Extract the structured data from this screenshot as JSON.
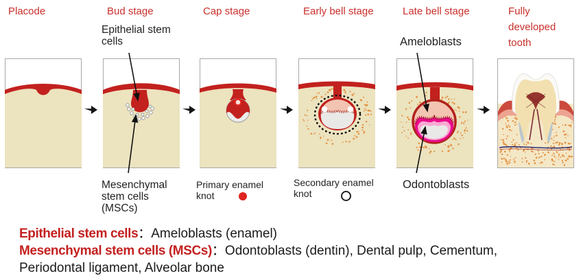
{
  "stages": [
    {
      "label": "Placode"
    },
    {
      "label": "Bud stage"
    },
    {
      "label": "Cap stage"
    },
    {
      "label": "Early bell stage"
    },
    {
      "label": "Late bell stage"
    },
    {
      "label": "Fully developed tooth",
      "line1": "Fully",
      "line2": "developed",
      "line3": "tooth"
    }
  ],
  "annotations": {
    "epithelial": {
      "line1": "Epithelial stem",
      "line2": "cells"
    },
    "mesenchymal": {
      "line1": "Mesenchymal",
      "line2": "stem cells",
      "line3": "(MSCs)"
    },
    "ameloblasts": "Ameloblasts",
    "odontoblasts": "Odontoblasts"
  },
  "legend": {
    "primary": {
      "line1": "Primary enamel",
      "line2": "knot",
      "marker": "filled-red-circle"
    },
    "secondary": {
      "line1": "Secondary enamel",
      "line2": "knot",
      "marker": "open-circle"
    }
  },
  "summary": {
    "colon": "：",
    "lines": [
      {
        "term": "Epithelial stem cells",
        "desc": "Ameloblasts (enamel)"
      },
      {
        "term": "Mesenchymal stem cells (MSCs)",
        "desc": "Odontoblasts (dentin), Dental pulp, Cementum,"
      },
      {
        "term": "",
        "desc": "Periodontal ligament, Alveolar bone"
      }
    ]
  },
  "colors": {
    "stage-title-red": "#c9302c",
    "summary-term-red": "#c32120",
    "epithelium-red": "#c2211e",
    "mesenchyme-beige": "#ece3bf",
    "enamel-knot-red": "#e0241f",
    "ameloblast-magenta": "#ea0d8c",
    "odontoblast-pink": "#f9a9d3",
    "papilla-salmon": "#f3c4b2",
    "speckle-orange": "#e2903f",
    "arrow-black": "#151515"
  }
}
